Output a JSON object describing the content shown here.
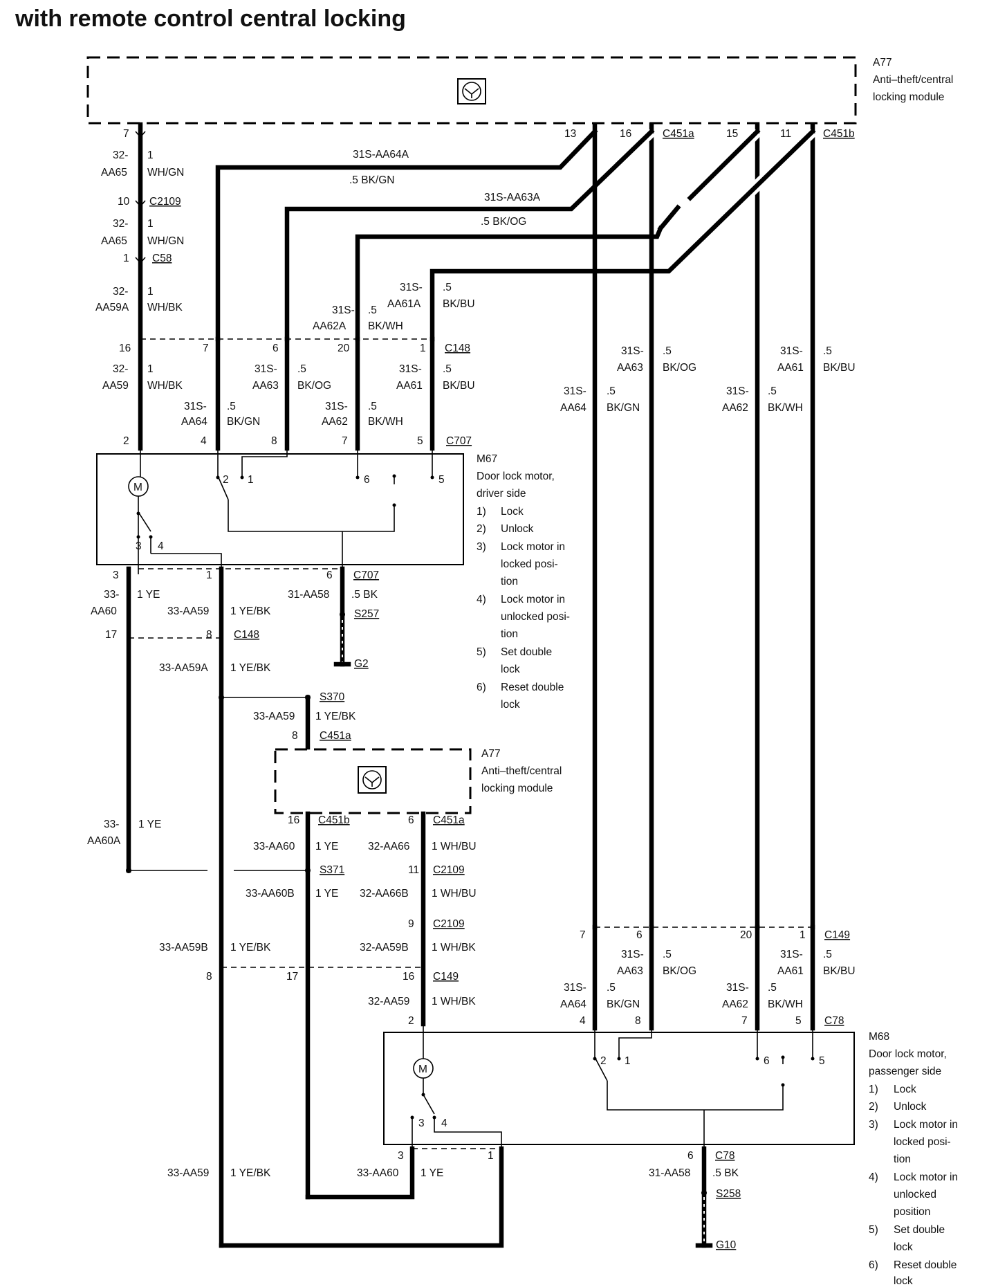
{
  "title": "with remote control central locking",
  "modules": {
    "a77_top": {
      "id": "A77",
      "desc_1": "Anti–theft/central",
      "desc_2": "locking module"
    },
    "a77_mid": {
      "id": "A77",
      "desc_1": "Anti–theft/central",
      "desc_2": "locking module"
    },
    "m67": {
      "id": "M67",
      "desc_1": "Door lock motor,",
      "desc_2": "driver side"
    },
    "m68": {
      "id": "M68",
      "desc_1": "Door lock motor,",
      "desc_2": "passenger side"
    }
  },
  "legend_m67": [
    {
      "num": "1)",
      "l1": "Lock"
    },
    {
      "num": "2)",
      "l1": "Unlock"
    },
    {
      "num": "3)",
      "l1": "Lock motor in",
      "l2": "locked posi-",
      "l3": "tion"
    },
    {
      "num": "4)",
      "l1": "Lock motor in",
      "l2": "unlocked posi-",
      "l3": "tion"
    },
    {
      "num": "5)",
      "l1": "Set double",
      "l2": "lock"
    },
    {
      "num": "6)",
      "l1": "Reset double",
      "l2": "lock"
    }
  ],
  "legend_m68": [
    {
      "num": "1)",
      "l1": "Lock"
    },
    {
      "num": "2)",
      "l1": "Unlock"
    },
    {
      "num": "3)",
      "l1": "Lock motor in",
      "l2": "locked posi-",
      "l3": "tion"
    },
    {
      "num": "4)",
      "l1": "Lock motor in",
      "l2": "unlocked",
      "l3": "position"
    },
    {
      "num": "5)",
      "l1": "Set double",
      "l2": "lock"
    },
    {
      "num": "6)",
      "l1": "Reset double",
      "l2": "lock"
    }
  ],
  "connectors": {
    "c451a": "C451a",
    "c451b": "C451b",
    "c2109": "C2109",
    "c58": "C58",
    "c148": "C148",
    "c707": "C707",
    "s257": "S257",
    "g2": "G2",
    "s370": "S370",
    "s371": "S371",
    "c149": "C149",
    "c78": "C78",
    "s258": "S258",
    "g10": "G10"
  },
  "pins": {
    "p7": "7",
    "p13": "13",
    "p16": "16",
    "p15": "15",
    "p11": "11",
    "p10": "10",
    "p1": "1",
    "p6": "6",
    "p20": "20",
    "p2": "2",
    "p4": "4",
    "p8": "8",
    "p5": "5",
    "p3": "3",
    "p17": "17",
    "p9": "9"
  },
  "wires": {
    "aa65": "32-",
    "aa65b": "AA65",
    "wh_gn_size": "1",
    "wh_gn": "WH/GN",
    "aa59a_1": "32-",
    "aa59a_2": "AA59A",
    "wh_bk_size": "1",
    "wh_bk": "WH/BK",
    "aa59_1": "32-",
    "aa59_2": "AA59",
    "s31": "31S-",
    "aa64a": "31S-AA64A",
    "bk_gn": ".5 BK/GN",
    "aa63a": "31S-AA63A",
    "bk_og": ".5 BK/OG",
    "aa62a": "AA62A",
    "aa61a": "AA61A",
    "aa64": "AA64",
    "aa63": "AA63",
    "aa62": "AA62",
    "aa61": "AA61",
    "size05": ".5",
    "bkgn": "BK/GN",
    "bkog": "BK/OG",
    "bkwh": "BK/WH",
    "bkbu": "BK/BU",
    "aa60_1": "33-",
    "aa60_2": "AA60",
    "ye": "1 YE",
    "aa59_33": "33-AA59",
    "ye_bk": "1 YE/BK",
    "aa58": "31-AA58",
    "bk05": ".5 BK",
    "aa59a_33": "33-AA59A",
    "aa60a_1": "33-",
    "aa60a_2": "AA60A",
    "aa60_33": "33-AA60",
    "aa66": "32-AA66",
    "wh_bu": "1 WH/BU",
    "aa60b": "33-AA60B",
    "aa66b": "32-AA66B",
    "aa59b_33": "33-AA59B",
    "aa59b_32": "32-AA59B",
    "wh_bk1": "1 WH/BK",
    "aa59_32": "32-AA59"
  },
  "motor_label": "M",
  "switch_pins": {
    "s1": "1",
    "s2": "2",
    "s3": "3",
    "s4": "4",
    "s5": "5",
    "s6": "6"
  }
}
